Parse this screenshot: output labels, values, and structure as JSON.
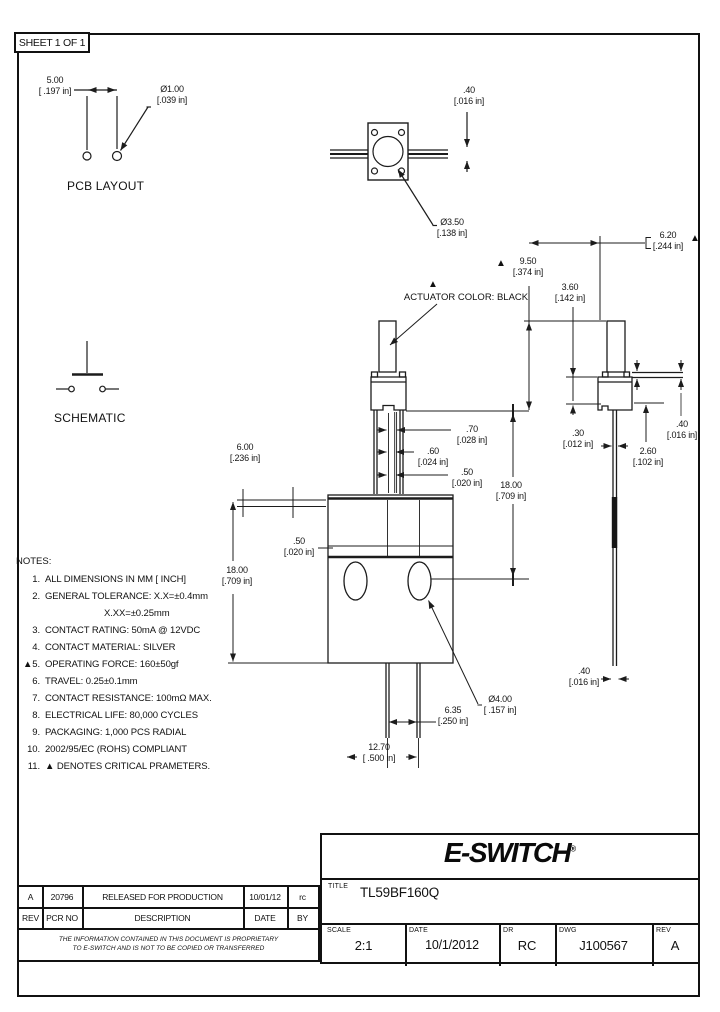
{
  "sheet": {
    "label": "SHEET 1 OF 1"
  },
  "symbols": {
    "critical": "▲"
  },
  "view_labels": {
    "pcb_layout": "PCB LAYOUT",
    "schematic": "SCHEMATIC"
  },
  "callouts": {
    "actuator_line1": "ACTUATOR COLOR:",
    "actuator_line2": "BLACK"
  },
  "dims": {
    "pcb_pitch": {
      "mm": "5.00",
      "inch": "[ .197 in]"
    },
    "pcb_hole": {
      "mm": "Ø1.00",
      "inch": "[.039 in]"
    },
    "term_thk_top": {
      "mm": ".40",
      "inch": "[.016 in]"
    },
    "bushing_hole": {
      "mm": "Ø3.50",
      "inch": "[.138 in]"
    },
    "actuator_height": {
      "mm": "9.50",
      "inch": "[.374 in]"
    },
    "base_height": {
      "mm": "3.60",
      "inch": "[.142 in]"
    },
    "base_width": {
      "mm": "6.20",
      "inch": "[.244 in]"
    },
    "pin_70": {
      "mm": ".70",
      "inch": "[.028 in]"
    },
    "pin_60": {
      "mm": ".60",
      "inch": "[.024 in]"
    },
    "pin_50": {
      "mm": ".50",
      "inch": "[.020 in]"
    },
    "body_drop": {
      "mm": "18.00",
      "inch": "[.709 in]"
    },
    "pcb_offset": {
      "mm": "6.00",
      "inch": "[.236 in]"
    },
    "plate_thk": {
      "mm": ".50",
      "inch": "[.020 in]"
    },
    "body_height": {
      "mm": "18.00",
      "inch": "[.709 in]"
    },
    "term_pitch": {
      "mm": "6.35",
      "inch": "[.250 in]"
    },
    "body_width": {
      "mm": "12.70",
      "inch": "[ .500 in]"
    },
    "hole_dia": {
      "mm": "Ø4.00",
      "inch": "[ .157 in]"
    },
    "term_thk_side": {
      "mm": ".30",
      "inch": "[.012 in]"
    },
    "notch_height": {
      "mm": "2.60",
      "inch": "[.102 in]"
    },
    "pcb_thk": {
      "mm": ".40",
      "inch": "[.016 in]"
    },
    "term_width_bot": {
      "mm": ".40",
      "inch": "[.016 in]"
    }
  },
  "notes": {
    "heading": "NOTES:",
    "lines": [
      {
        "num": "1.",
        "text": "ALL DIMENSIONS IN MM [ INCH]"
      },
      {
        "num": "2.",
        "text": "GENERAL TOLERANCE: X.X=±0.4mm"
      },
      {
        "num": "",
        "text": "X.XX=±0.25mm"
      },
      {
        "num": "3.",
        "text": "CONTACT RATING: 50mA @ 12VDC"
      },
      {
        "num": "4.",
        "text": "CONTACT MATERIAL: SILVER"
      },
      {
        "num": "▲5.",
        "text": "OPERATING FORCE: 160±50gf"
      },
      {
        "num": "6.",
        "text": "TRAVEL: 0.25±0.1mm"
      },
      {
        "num": "7.",
        "text": "CONTACT RESISTANCE: 100mΩ MAX."
      },
      {
        "num": "8.",
        "text": "ELECTRICAL LIFE: 80,000 CYCLES"
      },
      {
        "num": "9.",
        "text": "PACKAGING: 1,000 PCS RADIAL"
      },
      {
        "num": "10.",
        "text": "2002/95/EC (ROHS) COMPLIANT"
      },
      {
        "num": "11.",
        "text": "▲ DENOTES CRITICAL PRAMETERS."
      }
    ]
  },
  "logo": {
    "text": "E-SWITCH",
    "reg": "®"
  },
  "title_block": {
    "title_label": "TITLE",
    "title": "TL59BF160Q",
    "scale_label": "SCALE",
    "scale": "2:1",
    "date_label": "DATE",
    "date": "10/1/2012",
    "dr_label": "DR",
    "dr": "RC",
    "dwg_label": "DWG",
    "dwg": "J100567",
    "rev_label": "REV",
    "rev": "A"
  },
  "rev_table": {
    "row": [
      "A",
      "20796",
      "RELEASED FOR PRODUCTION",
      "10/01/12",
      "rc"
    ],
    "headers": [
      "REV",
      "PCR NO",
      "DESCRIPTION",
      "DATE",
      "BY"
    ]
  },
  "proprietary": {
    "line1": "THE INFORMATION CONTAINED IN THIS DOCUMENT IS PROPRIETARY",
    "line2": "TO E-SWITCH AND IS NOT TO BE COPIED OR TRANSFERRED"
  }
}
